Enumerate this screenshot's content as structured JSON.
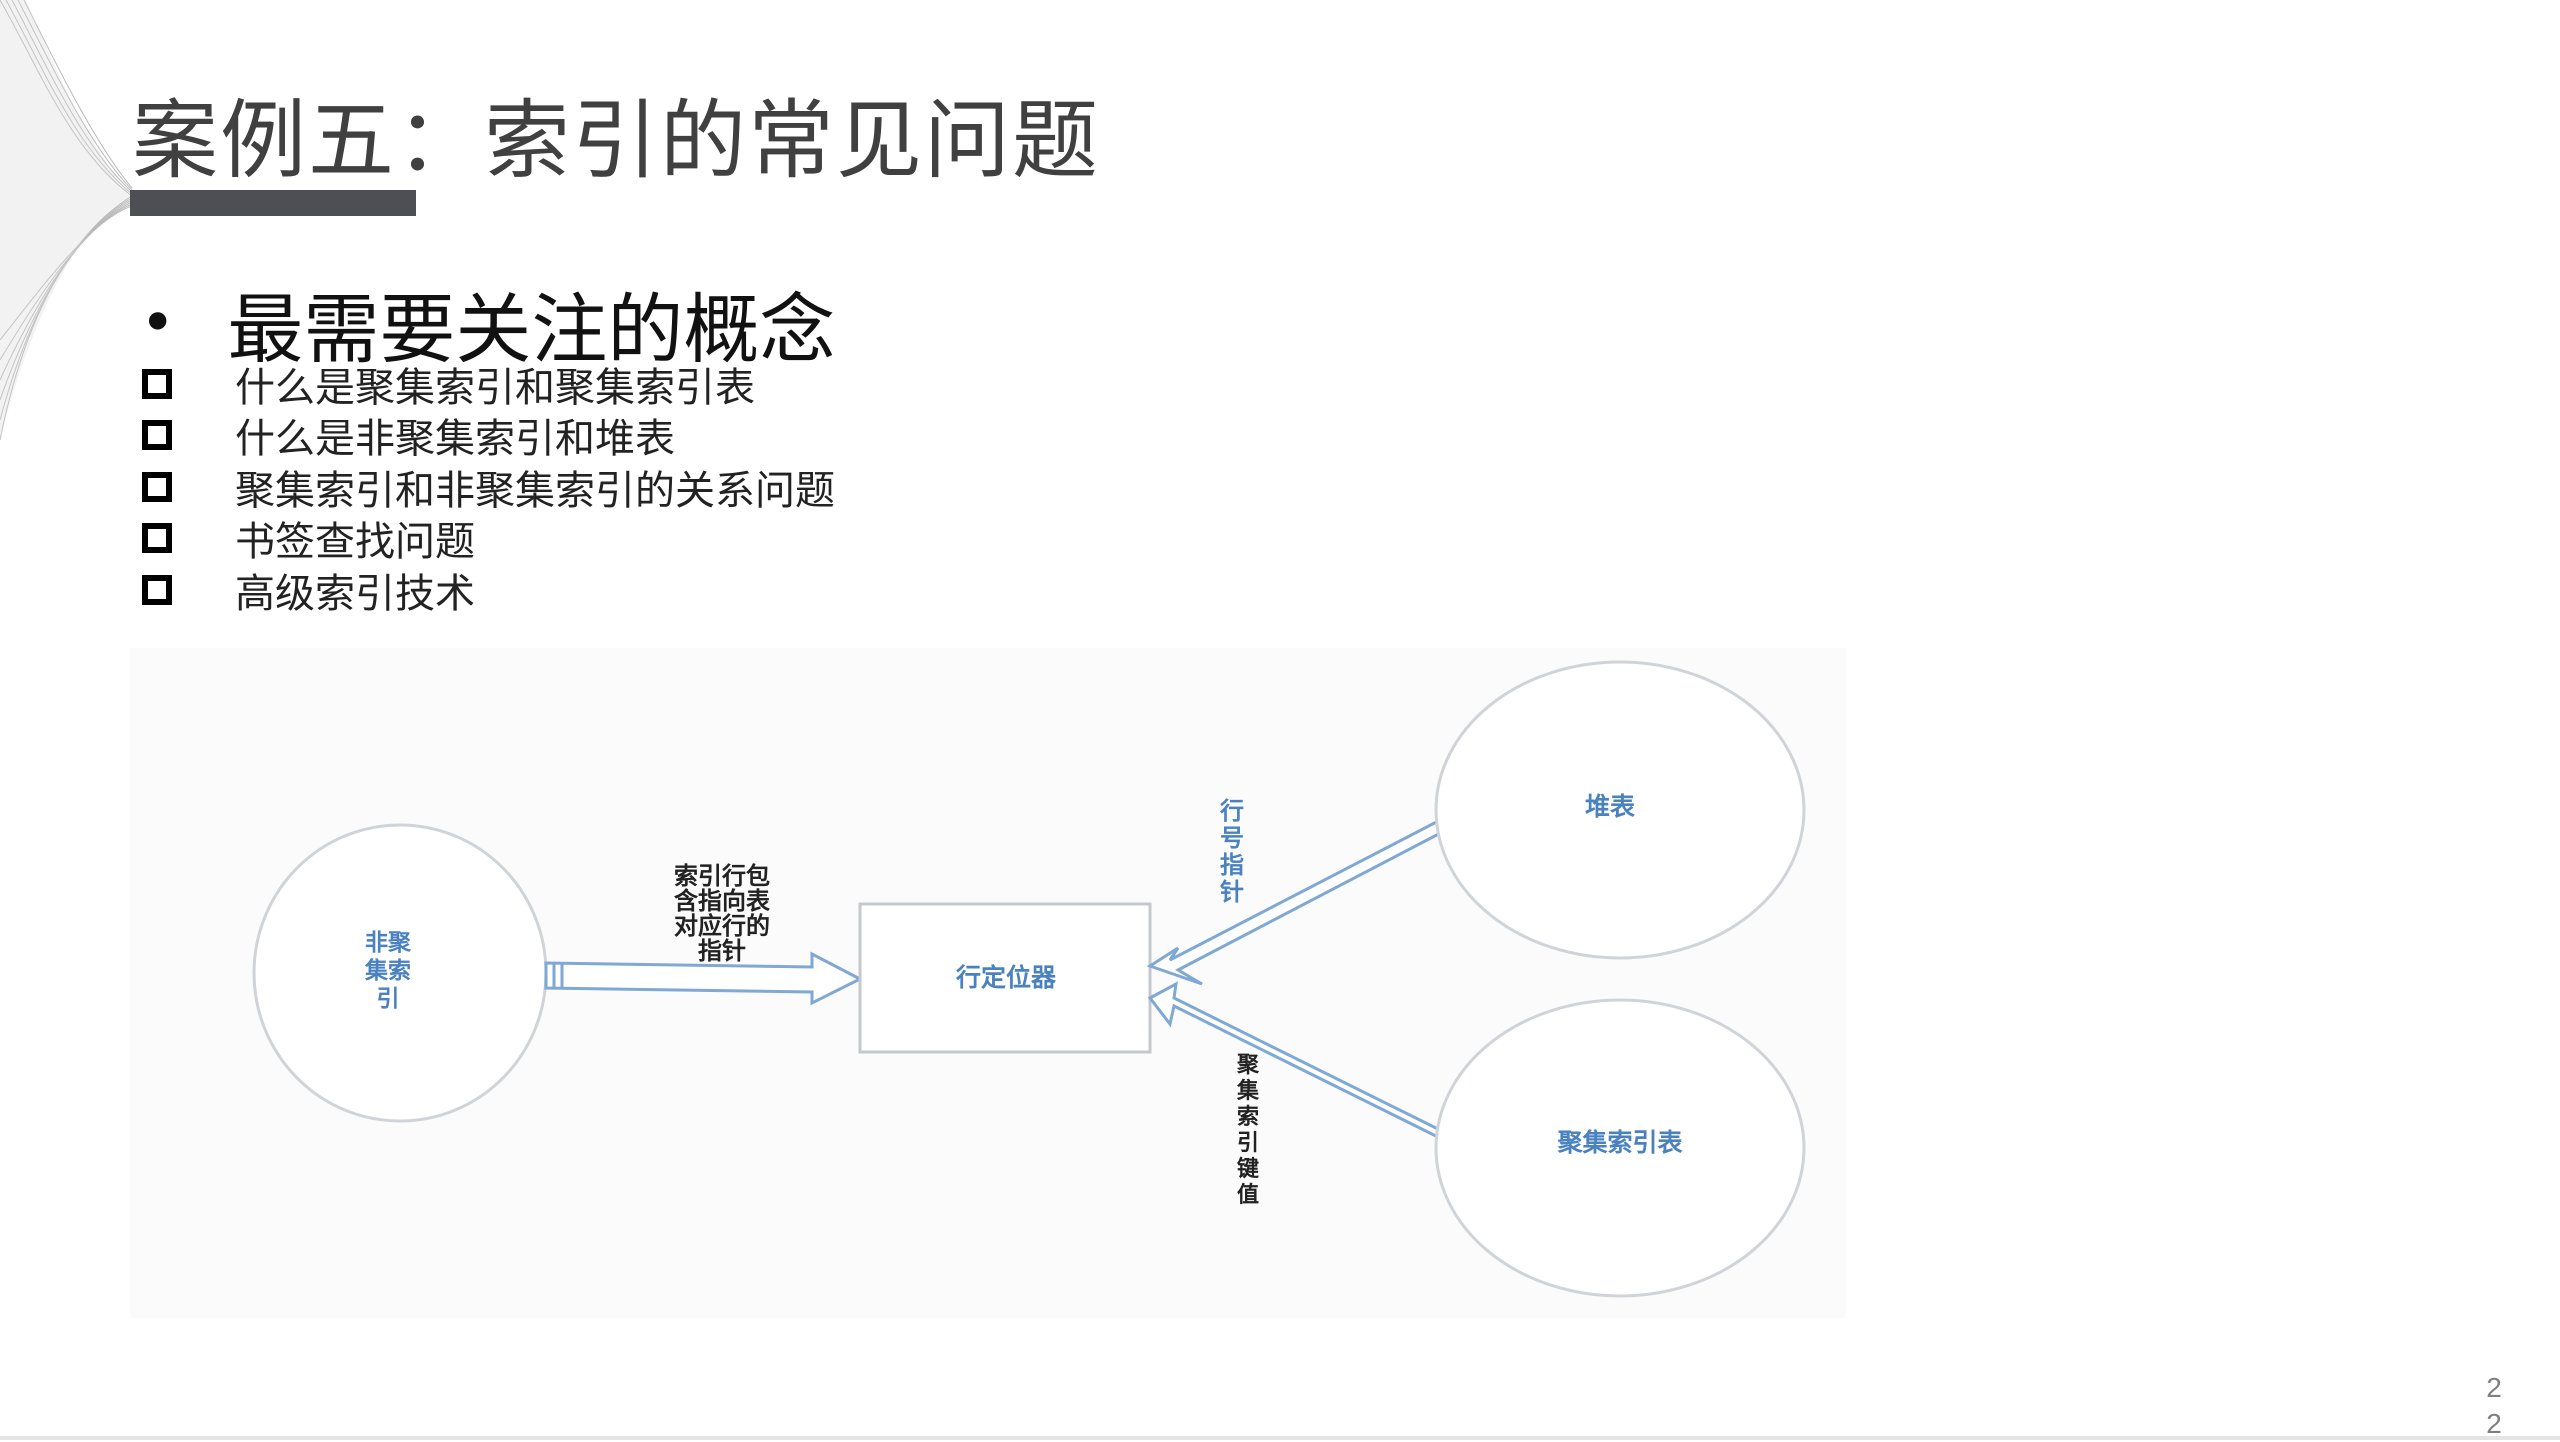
{
  "slide": {
    "title": "案例五：索引的常见问题",
    "heading": "最需要关注的概念",
    "bullet_symbol": "•",
    "items": [
      "什么是聚集索引和聚集索引表",
      "什么是非聚集索引和堆表",
      "聚集索引和非聚集索引的关系问题",
      "书签查找问题",
      "高级索引技术"
    ],
    "page_number": [
      "2",
      "2"
    ]
  },
  "diagram": {
    "nonclustered_index": [
      "非聚",
      "集索",
      "引"
    ],
    "arrow_label": [
      "索引行包",
      "含指向表",
      "对应行的",
      "指针"
    ],
    "row_locator": "行定位器",
    "heap": "堆表",
    "clustered_table": "聚集索引表",
    "row_pointer_label": [
      "行",
      "号",
      "指",
      "针"
    ],
    "cluster_key_label": [
      "聚",
      "集",
      "索",
      "引",
      "键",
      "值"
    ]
  },
  "colors": {
    "title_bar": "#4d4f55",
    "diagram_text": "#4a82c0",
    "shape_stroke": "#d0d4d8",
    "arrow_stroke": "#7fa8d4"
  }
}
